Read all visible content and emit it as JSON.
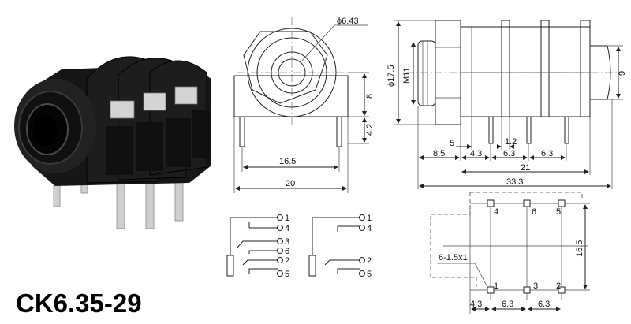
{
  "product": {
    "model": "CK6.35-29"
  },
  "front_view": {
    "dim_hole": "ϕ6.43",
    "dim_8": "8",
    "dim_4_2": "4.2",
    "dim_16_5": "16.5",
    "dim_20": "20"
  },
  "side_view": {
    "dim_dia_17_5": "ϕ17.5",
    "dim_m11": "M11",
    "dim_9": "9",
    "dim_5": "5",
    "dim_1_2": "1.2",
    "dim_8_5": "8.5",
    "dim_4_3": "4.3",
    "dim_6_3a": "6.3",
    "dim_6_3b": "6.3",
    "dim_21": "21",
    "dim_33_3": "33.3"
  },
  "schematic_a": {
    "pins": [
      "1",
      "4",
      "3",
      "6",
      "2",
      "5"
    ]
  },
  "schematic_b": {
    "pins": [
      "1",
      "4",
      "2",
      "5"
    ]
  },
  "pcb_layout": {
    "top_pins": [
      "4",
      "6",
      "5"
    ],
    "bottom_pins": [
      "1",
      "3",
      "2"
    ],
    "hole_spec": "6-1.5x1",
    "dim_16_5": "16.5",
    "dim_4_3": "4.3",
    "dim_6_3a": "6.3",
    "dim_6_3b": "6.3"
  },
  "colors": {
    "body": "#141414",
    "metal": "#c9c9c9",
    "line": "#222222"
  }
}
